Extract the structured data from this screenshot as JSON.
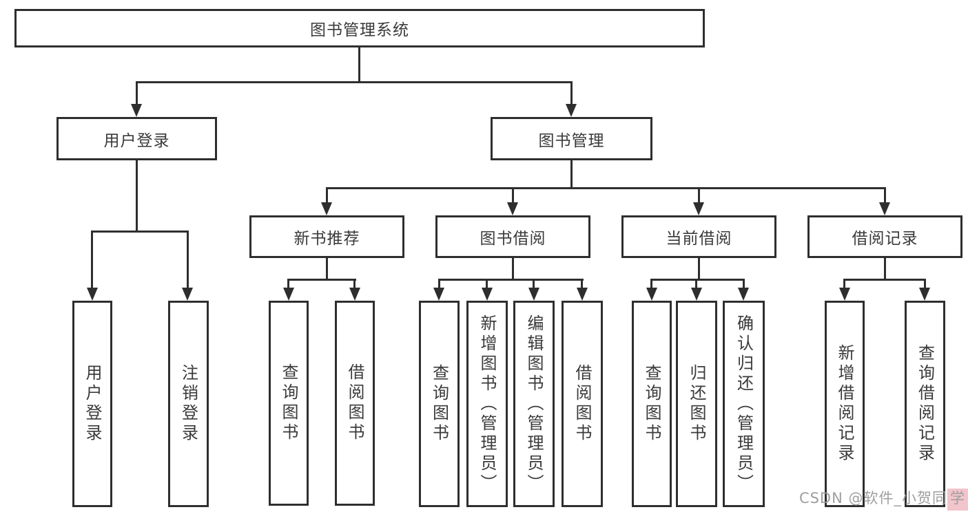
{
  "page": {
    "background": "#ffffff"
  },
  "colors": {
    "line": "#2e2e2e",
    "box_border": "#2e2e2e",
    "text": "#3a3a3a",
    "watermark_text": "#9e9e9e",
    "watermark_highlight_bg": "#f2c4cc"
  },
  "diagram": {
    "type": "tree",
    "root": {
      "label": "图书管理系统"
    },
    "level2": {
      "user_login": {
        "label": "用户登录"
      },
      "book_mgmt": {
        "label": "图书管理"
      }
    },
    "level3": {
      "new_books": {
        "label": "新书推荐"
      },
      "borrowing": {
        "label": "图书借阅"
      },
      "current": {
        "label": "当前借阅"
      },
      "records": {
        "label": "借阅记录"
      }
    },
    "leaves": {
      "user_login": [
        "用户登录",
        "注销登录"
      ],
      "new_books": [
        "查询图书",
        "借阅图书"
      ],
      "borrowing": [
        "查询图书",
        "新增图书（管理员）",
        "编辑图书（管理员）",
        "借阅图书"
      ],
      "current": [
        "查询图书",
        "归还图书",
        "确认归还（管理员）"
      ],
      "records": [
        "新增借阅记录",
        "查询借阅记录"
      ]
    }
  },
  "watermark": {
    "text": "CSDN @软件_小贺同",
    "highlight": "学"
  }
}
